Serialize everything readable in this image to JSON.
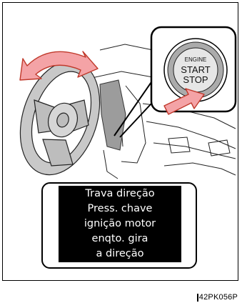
{
  "start_button": {
    "line1": "ENGINE",
    "line2": "START",
    "line3": "STOP"
  },
  "display_message": {
    "lines": [
      "Trava direção",
      "Press. chave",
      "ignição motor",
      "enqto. gira",
      "a direção"
    ]
  },
  "figure_code": "42PK056P",
  "colors": {
    "arrow_fill": "#f4a3a6",
    "arrow_stroke": "#c0392b",
    "button_ring": "#ababab",
    "screen": "#000000"
  },
  "icons": [
    "rotate-arrow-icon",
    "press-arrow-icon"
  ]
}
